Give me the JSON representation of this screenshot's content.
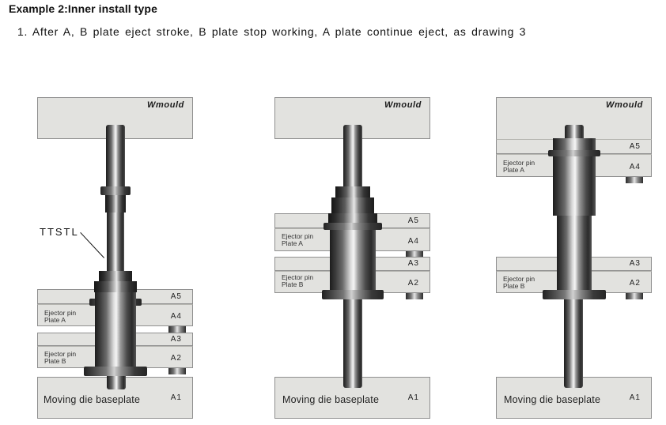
{
  "header": {
    "title": "Example 2:Inner install type",
    "instruction": "1. After A, B plate eject stroke, B plate stop working, A plate continue eject, as drawing 3"
  },
  "labels": {
    "brand": "Wmould",
    "callout": "TTSTL",
    "ejector_plate_a_line1": "Ejector pin",
    "ejector_plate_a_line2": "Plate A",
    "ejector_plate_b_line1": "Ejector pin",
    "ejector_plate_b_line2": "Plate B",
    "moving_die_baseplate": "Moving die baseplate",
    "codes": {
      "a1": "A1",
      "a2": "A2",
      "a3": "A3",
      "a4": "A4",
      "a5": "A5"
    }
  },
  "drawings": [
    {
      "id": 1,
      "state": "initial - plates A and B resting on baseplate"
    },
    {
      "id": 2,
      "state": "A and B plates ejected together"
    },
    {
      "id": 3,
      "state": "B plate stopped, A plate continues eject"
    }
  ]
}
